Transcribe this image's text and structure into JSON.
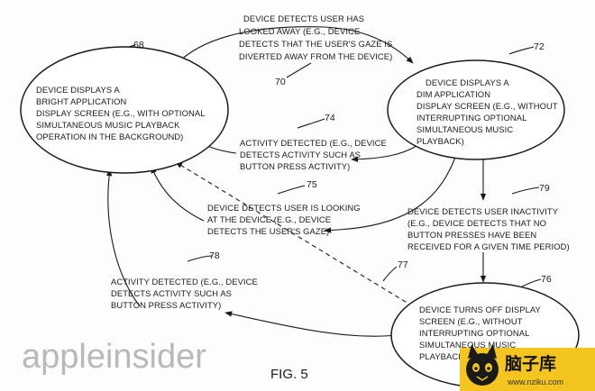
{
  "figure": {
    "caption": "FIG. 5",
    "states": [
      {
        "ref": "68",
        "lines": [
          "DEVICE DISPLAYS A",
          "BRIGHT APPLICATION",
          "DISPLAY SCREEN (E.G., WITH OPTIONAL",
          "SIMULTANEOUS MUSIC PLAYBACK",
          "OPERATION IN THE BACKGROUND)"
        ]
      },
      {
        "ref": "72",
        "lines": [
          "DEVICE DISPLAYS A",
          "DIM APPLICATION",
          "DISPLAY SCREEN (E.G., WITHOUT",
          "INTERRUPTING OPTIONAL",
          "SIMULTANEOUS MUSIC",
          "PLAYBACK)"
        ]
      },
      {
        "ref": "76",
        "lines": [
          "DEVICE TURNS OFF DISPLAY",
          "SCREEN (E.G., WITHOUT",
          "INTERRUPTING OPTIONAL",
          "SIMULTANEOUS MUSIC",
          "PLAYBACK)"
        ]
      }
    ],
    "transitions": [
      {
        "ref": "70",
        "lines": [
          "DEVICE DETECTS USER HAS",
          "LOOKED AWAY (E.G., DEVICE",
          "DETECTS THAT THE USER'S GAZE IS",
          "DIVERTED AWAY FROM THE DEVICE)"
        ]
      },
      {
        "ref": "74",
        "lines": [
          "ACTIVITY DETECTED (E.G., DEVICE",
          "DETECTS ACTIVITY SUCH AS",
          "BUTTON PRESS ACTIVITY)"
        ]
      },
      {
        "ref": "75",
        "lines": [
          "DEVICE DETECTS USER IS LOOKING",
          "AT THE DEVICE (E.G., DEVICE",
          "DETECTS THE USER'S GAZE)"
        ]
      },
      {
        "ref": "79",
        "lines": [
          "DEVICE DETECTS USER INACTIVITY",
          "(E.G., DEVICE DETECTS THAT NO",
          "BUTTON PRESSES HAVE BEEN",
          "RECEIVED FOR A GIVEN TIME PERIOD)"
        ]
      },
      {
        "ref": "78",
        "lines": [
          "ACTIVITY DETECTED (E.G., DEVICE",
          "DETECTS ACTIVITY SUCH AS",
          "BUTTON  PRESS ACTIVITY)"
        ]
      },
      {
        "ref": "77",
        "lines": []
      }
    ]
  },
  "watermark": {
    "left": "appleinsider",
    "right_title": "脑子库",
    "right_url": "www.nziku.com"
  }
}
